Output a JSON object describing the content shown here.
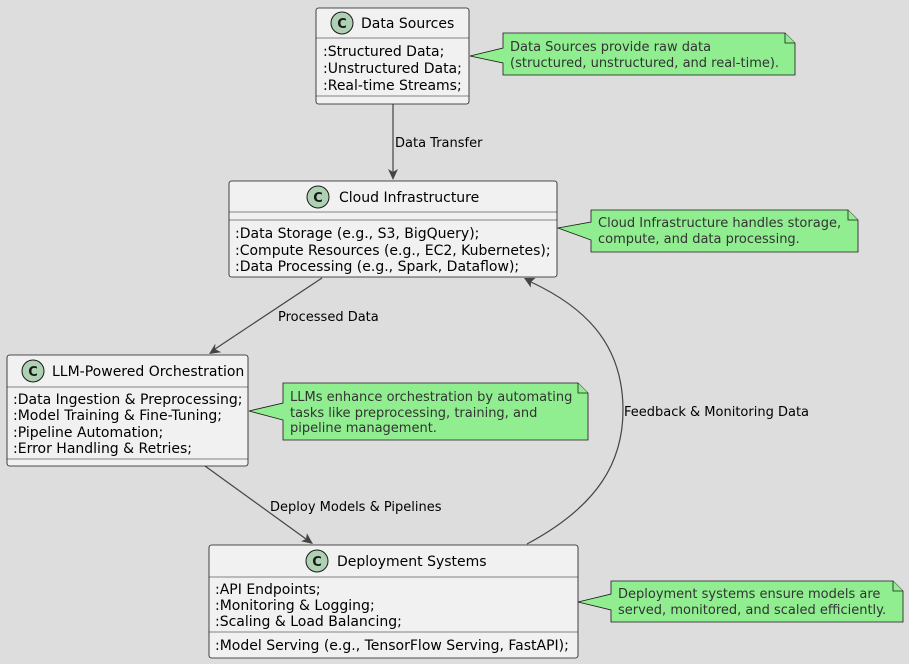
{
  "classes": {
    "data_sources": {
      "title": "Data Sources",
      "fields": [
        ":Structured Data;",
        ":Unstructured Data;",
        ":Real-time Streams;"
      ]
    },
    "cloud_infrastructure": {
      "title": "Cloud Infrastructure",
      "fields": [
        ":Data Storage (e.g., S3, BigQuery);",
        ":Compute Resources (e.g., EC2, Kubernetes);",
        ":Data Processing (e.g., Spark, Dataflow);"
      ]
    },
    "llm_orchestration": {
      "title": "LLM-Powered Orchestration",
      "fields": [
        ":Data Ingestion & Preprocessing;",
        ":Model Training & Fine-Tuning;",
        ":Pipeline Automation;",
        ":Error Handling & Retries;"
      ]
    },
    "deployment_systems": {
      "title": "Deployment Systems",
      "fields": [
        ":API Endpoints;",
        ":Monitoring & Logging;",
        ":Scaling & Load Balancing;"
      ],
      "methods": [
        ":Model Serving (e.g., TensorFlow Serving, FastAPI);"
      ]
    }
  },
  "class_badge": "C",
  "notes": {
    "data_sources": [
      "Data Sources provide raw data",
      "(structured, unstructured, and real-time)."
    ],
    "cloud_infrastructure": [
      "Cloud Infrastructure handles storage,",
      "compute, and data processing."
    ],
    "llm_orchestration": [
      "LLMs enhance orchestration by automating",
      "tasks like preprocessing, training, and",
      "pipeline management."
    ],
    "deployment_systems": [
      "Deployment systems ensure models are",
      "served, monitored, and scaled efficiently."
    ]
  },
  "edges": {
    "data_transfer": "Data Transfer",
    "processed_data": "Processed Data",
    "deploy_models": "Deploy Models & Pipelines",
    "feedback": "Feedback & Monitoring Data"
  },
  "colors": {
    "background": "#dddddd",
    "class_fill": "#f1f1f1",
    "badge_fill": "#add1b2",
    "note_fill": "#90ee90"
  }
}
